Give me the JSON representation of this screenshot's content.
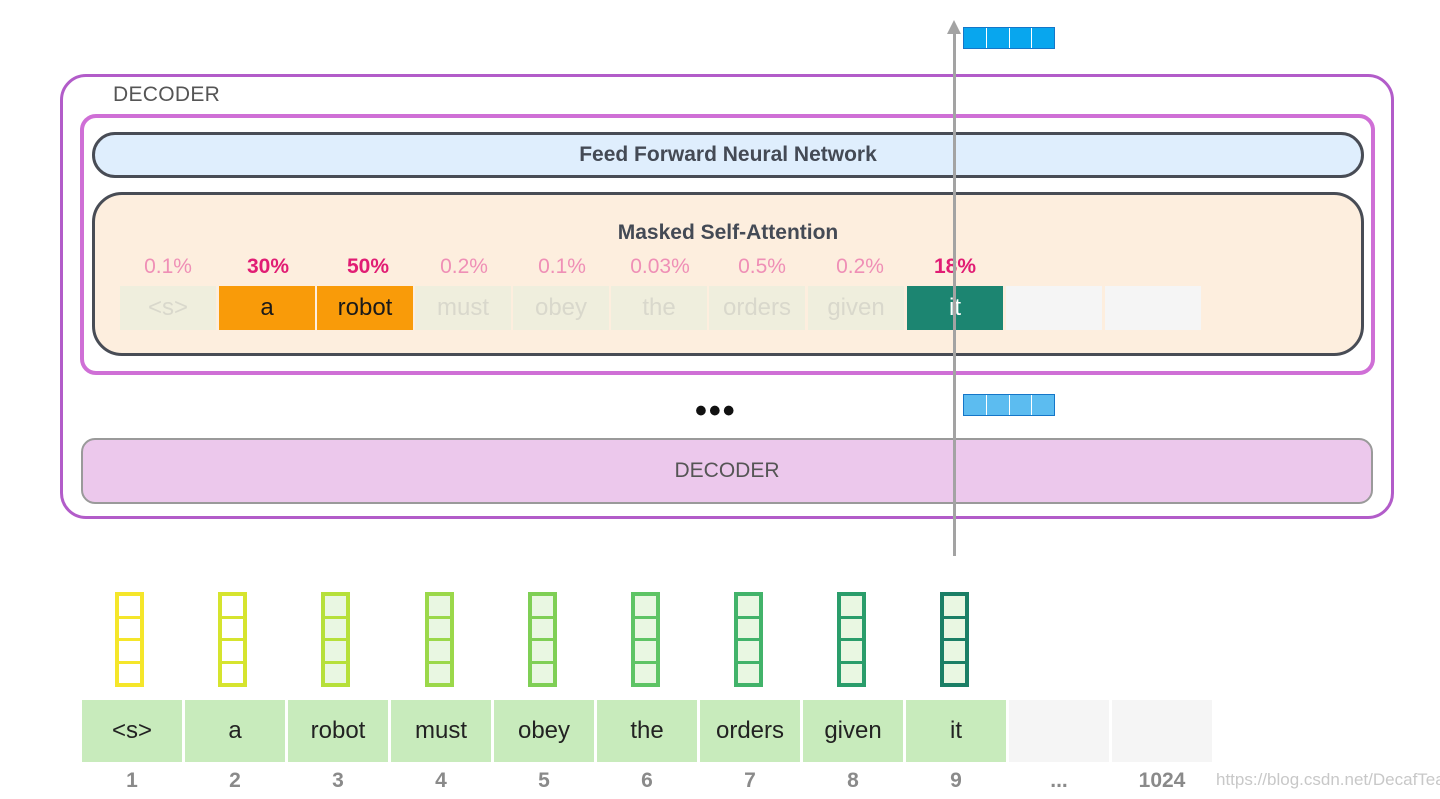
{
  "decoder_title": "DECODER",
  "ffnn_label": "Feed Forward Neural Network",
  "msa_title": "Masked Self-Attention",
  "attention": [
    {
      "token": "<s>",
      "pct": "0.1%"
    },
    {
      "token": "a",
      "pct": "30%"
    },
    {
      "token": "robot",
      "pct": "50%"
    },
    {
      "token": "must",
      "pct": "0.2%"
    },
    {
      "token": "obey",
      "pct": "0.1%"
    },
    {
      "token": "the",
      "pct": "0.03%"
    },
    {
      "token": "orders",
      "pct": "0.5%"
    },
    {
      "token": "given",
      "pct": "0.2%"
    },
    {
      "token": "it",
      "pct": "18%"
    }
  ],
  "ellipsis": "•••",
  "lower_decoder_label": "DECODER",
  "tokens": [
    "<s>",
    "a",
    "robot",
    "must",
    "obey",
    "the",
    "orders",
    "given",
    "it",
    "",
    ""
  ],
  "positions": [
    "1",
    "2",
    "3",
    "4",
    "5",
    "6",
    "7",
    "8",
    "9",
    "...",
    "1024"
  ],
  "watermark": "https://blog.csdn.net/DecafTea",
  "colors": {
    "decoder_border": "#b25cc9",
    "attention_high": "#f99b09",
    "attention_current": "#1c8571",
    "output_vector": "#08a6ee",
    "token_bg": "#c8ebbc",
    "embedding_gradient": [
      "#f5e62a",
      "#d6e42e",
      "#b6e03a",
      "#9bd84a",
      "#7fcf55",
      "#5ec465",
      "#42b36a",
      "#2a9d6b",
      "#1b7f66"
    ]
  }
}
